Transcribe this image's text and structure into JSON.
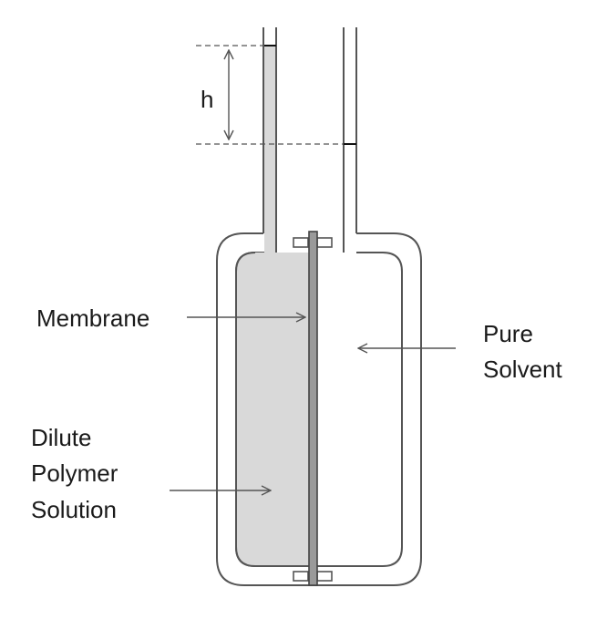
{
  "labels": {
    "height": "h",
    "membrane": "Membrane",
    "pure_solvent_line1": "Pure",
    "pure_solvent_line2": "Solvent",
    "solution_line1": "Dilute",
    "solution_line2": "Polymer",
    "solution_line3": "Solution"
  },
  "colors": {
    "outline": "#555555",
    "solution_fill": "#d9d9d9",
    "membrane_fill": "#9a9a9a",
    "dashed_line": "#555555",
    "text": "#1a1a1a"
  }
}
